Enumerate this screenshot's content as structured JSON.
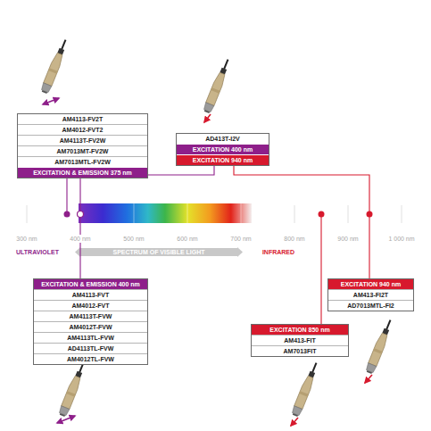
{
  "diagram": {
    "nodes": [
      {
        "text": [
          "AM4113-FV2T",
          "AM4012-FVT2",
          "AM4113T-FV2W",
          "AM7013MT-FV2W",
          "AM7013MTL-FV2W",
          "EXCITATION & EMISSION 375 nm"
        ]
      },
      {
        "text": [
          "AD413T-I2V",
          "EXCITATION 400 nm",
          "EXCITATION 940 nm"
        ]
      },
      {
        "text": [
          "EXCITATION & EMISSION 400 nm",
          "AM4113-FVT",
          "AM4012-FVT",
          "AM4113T-FVW",
          "AM4012T-FVW",
          "AM4113TL-FVW",
          "AD4113TL-FVW",
          "AM4012TL-FVW"
        ]
      },
      {
        "text": [
          "EXCITATION 850 nm",
          "AM413-FIT",
          "AM7013FIT"
        ]
      },
      {
        "text": [
          "EXCITATION 940 nm",
          "AM413-FI2T",
          "AD7013MTL-FI2"
        ]
      }
    ],
    "labels": [
      "300 nm",
      "400 nm",
      "500 nm",
      "600 nm",
      "700 nm",
      "800 nm",
      "900 nm",
      "1 000 nm",
      "ULTRAVIOLET",
      "SPECTRUM OF VISIBLE LIGHT",
      "INFRARED"
    ]
  }
}
